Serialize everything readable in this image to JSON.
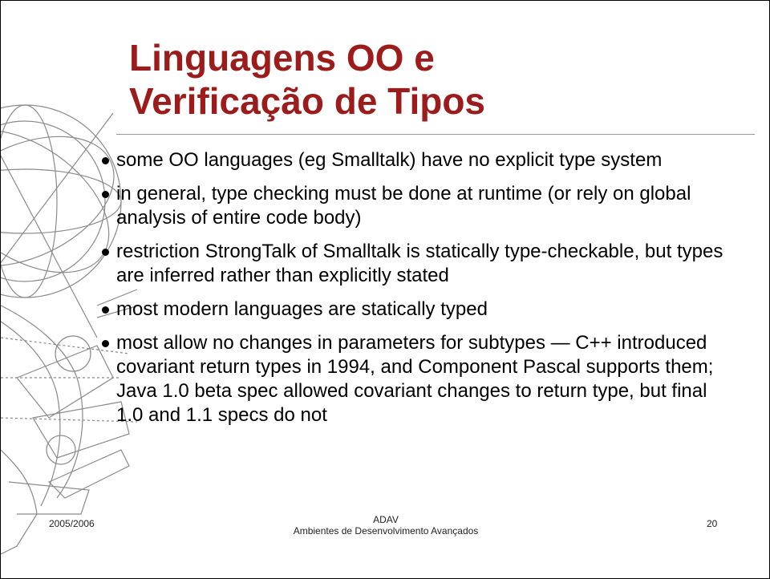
{
  "title": {
    "line1": "Linguagens OO e",
    "line2": "Verificação de Tipos"
  },
  "bullets": [
    "some OO languages (eg Smalltalk) have no explicit type system",
    "in general, type checking must be done at runtime (or rely on global analysis of entire code body)",
    "restriction StrongTalk of Smalltalk is statically type-checkable, but types are inferred rather than explicitly stated",
    "most modern languages are statically typed",
    "most allow no changes in parameters for subtypes — C++ introduced covariant return types in 1994, and Component Pascal supports them; Java 1.0 beta spec allowed covariant changes to return type, but final 1.0 and 1.1 specs do not"
  ],
  "footer": {
    "date": "2005/2006",
    "course_code": "ADAV",
    "course_name": "Ambientes de Desenvolvimento Avançados",
    "page": "20"
  },
  "colors": {
    "title": "#9c1c1c",
    "decoration": "#8a8a8a"
  },
  "icons": {
    "decoration": "armillary-sphere-illustration"
  }
}
